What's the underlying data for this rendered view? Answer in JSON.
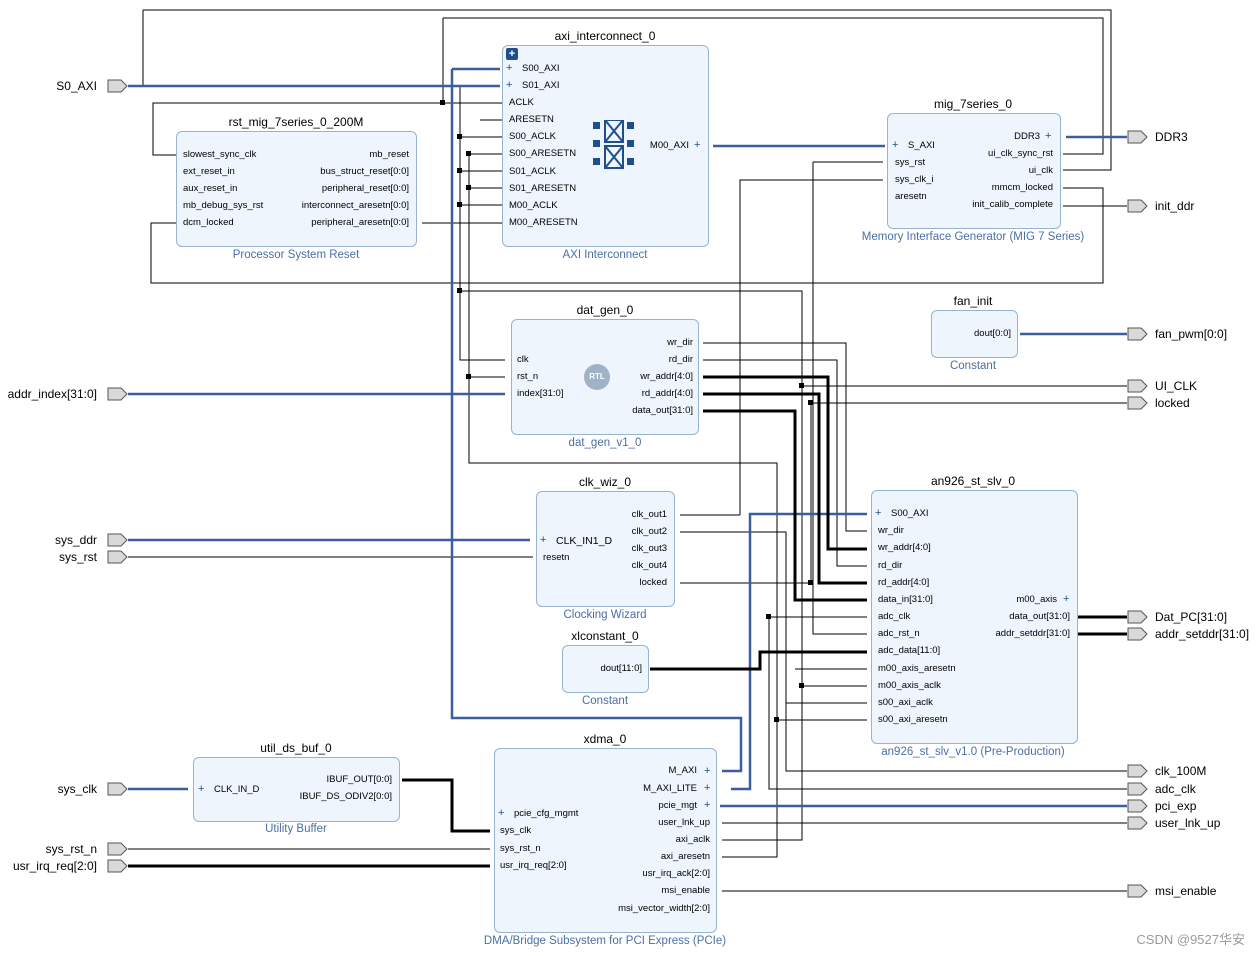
{
  "blocks": {
    "rst": {
      "name": "rst_mig_7series_0_200M",
      "sub": "Processor System Reset",
      "left": [
        "slowest_sync_clk",
        "ext_reset_in",
        "aux_reset_in",
        "mb_debug_sys_rst",
        "dcm_locked"
      ],
      "right": [
        "mb_reset",
        "bus_struct_reset[0:0]",
        "peripheral_reset[0:0]",
        "interconnect_aresetn[0:0]",
        "peripheral_aresetn[0:0]"
      ]
    },
    "axi": {
      "name": "axi_interconnect_0",
      "sub": "AXI Interconnect",
      "left": [
        "S00_AXI",
        "S01_AXI",
        "ACLK",
        "ARESETN",
        "S00_ACLK",
        "S00_ARESETN",
        "S01_ACLK",
        "S01_ARESETN",
        "M00_ACLK",
        "M00_ARESETN"
      ],
      "right": [
        "M00_AXI"
      ]
    },
    "mig": {
      "name": "mig_7series_0",
      "sub": "Memory Interface Generator (MIG 7 Series)",
      "left": [
        "S_AXI",
        "sys_rst",
        "sys_clk_i",
        "aresetn"
      ],
      "right": [
        "DDR3",
        "ui_clk_sync_rst",
        "ui_clk",
        "mmcm_locked",
        "init_calib_complete"
      ]
    },
    "fan": {
      "name": "fan_init",
      "sub": "Constant",
      "right": [
        "dout[0:0]"
      ]
    },
    "dat": {
      "name": "dat_gen_0",
      "sub": "dat_gen_v1_0",
      "rtl": "RTL",
      "left": [
        "clk",
        "rst_n",
        "index[31:0]"
      ],
      "right": [
        "wr_dir",
        "rd_dir",
        "wr_addr[4:0]",
        "rd_addr[4:0]",
        "data_out[31:0]"
      ]
    },
    "clkwiz": {
      "name": "clk_wiz_0",
      "sub": "Clocking Wizard",
      "left": [
        "CLK_IN1_D",
        "resetn"
      ],
      "right": [
        "clk_out1",
        "clk_out2",
        "clk_out3",
        "clk_out4",
        "locked"
      ]
    },
    "xlc": {
      "name": "xlconstant_0",
      "sub": "Constant",
      "right": [
        "dout[11:0]"
      ]
    },
    "an": {
      "name": "an926_st_slv_0",
      "sub": "an926_st_slv_v1.0 (Pre-Production)",
      "left": [
        "S00_AXI",
        "wr_dir",
        "wr_addr[4:0]",
        "rd_dir",
        "rd_addr[4:0]",
        "data_in[31:0]",
        "adc_clk",
        "adc_rst_n",
        "adc_data[11:0]",
        "m00_axis_aresetn",
        "m00_axis_aclk",
        "s00_axi_aclk",
        "s00_axi_aresetn"
      ],
      "right": [
        "m00_axis",
        "data_out[31:0]",
        "addr_setddr[31:0]"
      ]
    },
    "buf": {
      "name": "util_ds_buf_0",
      "sub": "Utility Buffer",
      "left": [
        "CLK_IN_D"
      ],
      "right": [
        "IBUF_OUT[0:0]",
        "IBUF_DS_ODIV2[0:0]"
      ]
    },
    "xdma": {
      "name": "xdma_0",
      "sub": "DMA/Bridge Subsystem for PCI Express (PCIe)",
      "left": [
        "pcie_cfg_mgmt",
        "sys_clk",
        "sys_rst_n",
        "usr_irq_req[2:0]"
      ],
      "right": [
        "M_AXI",
        "M_AXI_LITE",
        "pcie_mgt",
        "user_lnk_up",
        "axi_aclk",
        "axi_aresetn",
        "usr_irq_ack[2:0]",
        "msi_enable",
        "msi_vector_width[2:0]"
      ]
    }
  },
  "ports_in": [
    "S0_AXI",
    "addr_index[31:0]",
    "sys_ddr",
    "sys_rst",
    "sys_clk",
    "sys_rst_n",
    "usr_irq_req[2:0]"
  ],
  "ports_out": [
    "DDR3",
    "init_ddr",
    "fan_pwm[0:0]",
    "UI_CLK",
    "locked",
    "Dat_PC[31:0]",
    "addr_setddr[31:0]",
    "clk_100M",
    "adc_clk",
    "pci_exp",
    "user_lnk_up",
    "msi_enable"
  ],
  "watermark": "CSDN @9527华安",
  "colors": {
    "block_fill": "#eef5fc",
    "block_border": "#97b3d0",
    "bus": "#3b5f9a",
    "wire": "#000000",
    "subtitle": "#4a6fa6"
  }
}
